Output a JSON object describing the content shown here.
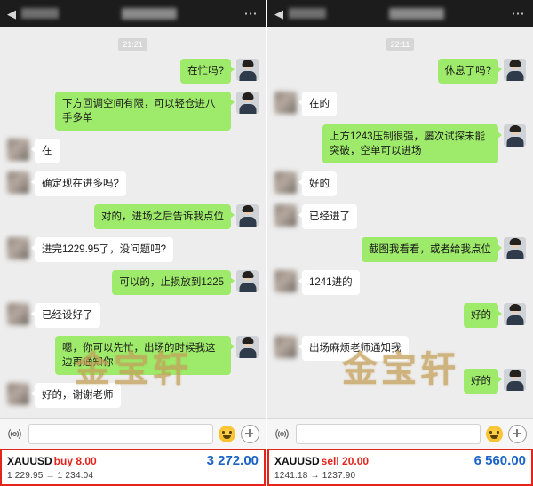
{
  "panels": [
    {
      "header": {
        "back_icon": "chevron-left-icon",
        "title": "",
        "menu_icon": "more-dots-icon"
      },
      "timestamp": "21:21",
      "messages": [
        {
          "side": "right",
          "text": "在忙吗?",
          "blurred": false
        },
        {
          "side": "right",
          "text": "下方回调空间有限，可以轻仓进八手多单",
          "blurred": false
        },
        {
          "side": "left",
          "text": "在",
          "blurred": false
        },
        {
          "side": "left",
          "text": "确定现在进多吗?",
          "blurred": false
        },
        {
          "side": "right",
          "text": "对的，进场之后告诉我点位",
          "blurred": false
        },
        {
          "side": "left",
          "text": "进完1229.95了，没问题吧?",
          "blurred": false
        },
        {
          "side": "right",
          "text": "可以的，止损放到1225",
          "blurred": false
        },
        {
          "side": "left",
          "text": "已经设好了",
          "blurred": false
        },
        {
          "side": "right",
          "text": "嗯，你可以先忙，出场的时候我这边再通知你",
          "blurred": false
        },
        {
          "side": "left",
          "text": "好的，谢谢老师",
          "blurred": false
        }
      ],
      "input_bar": {
        "voice_icon": "voice-icon",
        "input_value": "",
        "input_placeholder": "",
        "emoji_icon": "emoji-icon",
        "plus_icon": "plus-icon"
      },
      "order": {
        "symbol": "XAUUSD",
        "side": "buy 8.00",
        "profit": "3 272.00",
        "prices": "1 229.95 → 1 234.04"
      },
      "watermark": "金宝轩"
    },
    {
      "header": {
        "back_icon": "chevron-left-icon",
        "title": "",
        "menu_icon": "more-dots-icon"
      },
      "timestamp": "22:11",
      "messages": [
        {
          "side": "right",
          "text": "休息了吗?",
          "blurred": false
        },
        {
          "side": "left",
          "text": "在的",
          "blurred": false
        },
        {
          "side": "right",
          "text": "上方1243压制很强，屡次试探未能突破，空单可以进场",
          "blurred": false
        },
        {
          "side": "left",
          "text": "好的",
          "blurred": false
        },
        {
          "side": "left",
          "text": "已经进了",
          "blurred": false
        },
        {
          "side": "right",
          "text": "截图我看看，或者给我点位",
          "blurred": false
        },
        {
          "side": "left",
          "text": "1241进的",
          "blurred": false
        },
        {
          "side": "right",
          "text": "好的",
          "blurred": false
        },
        {
          "side": "left",
          "text": "出场麻烦老师通知我",
          "blurred": false
        },
        {
          "side": "right",
          "text": "好的",
          "blurred": false
        }
      ],
      "input_bar": {
        "voice_icon": "voice-icon",
        "input_value": "",
        "input_placeholder": "",
        "emoji_icon": "emoji-icon",
        "plus_icon": "plus-icon"
      },
      "order": {
        "symbol": "XAUUSD",
        "side": "sell 20.00",
        "profit": "6 560.00",
        "prices": "1241.18 → 1237.90"
      },
      "watermark": "金宝轩"
    }
  ],
  "colors": {
    "outgoing_bubble": "#9eea6a",
    "incoming_bubble": "#ffffff",
    "chat_bg": "#ededed",
    "header_bg": "#1c1c1c",
    "order_border": "#e2241b",
    "profit_blue": "#1b63c6",
    "watermark_gold": "#c4a05a"
  }
}
